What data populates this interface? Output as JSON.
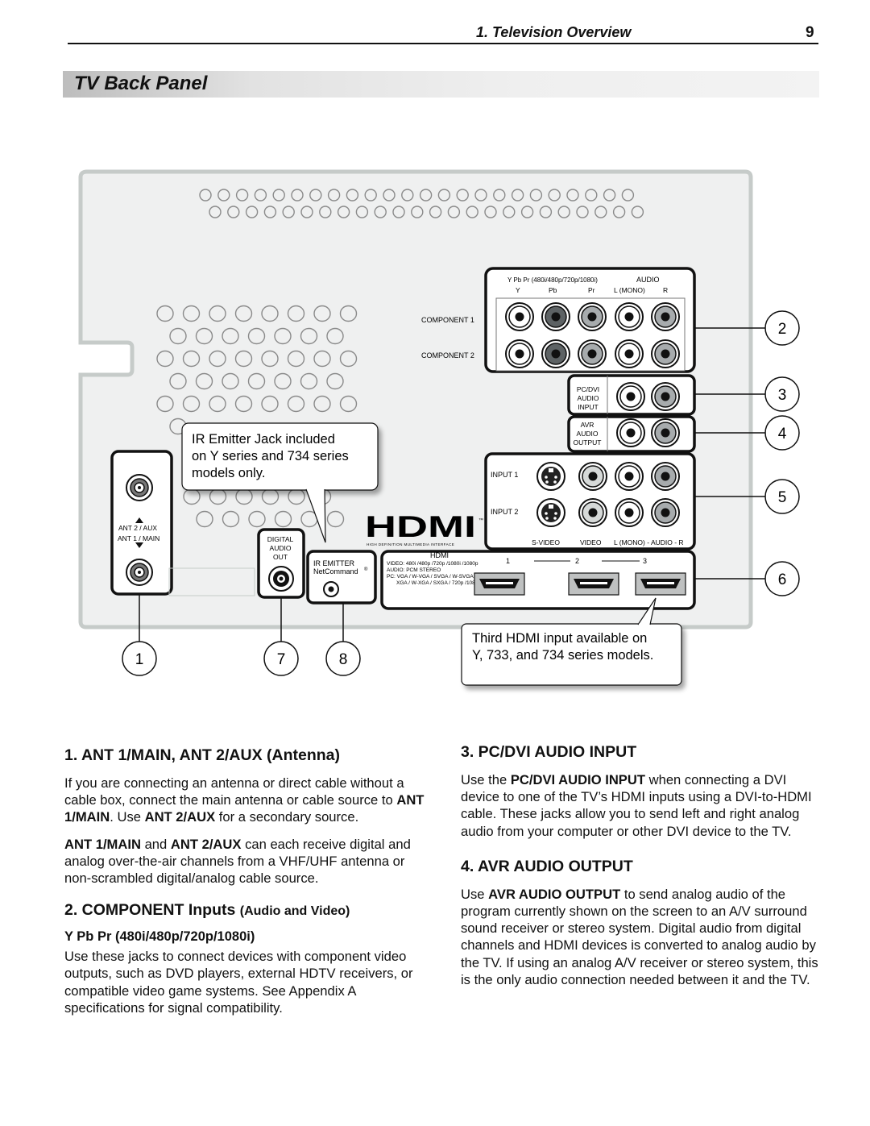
{
  "header": {
    "section": "1. Television Overview",
    "page_number": "9"
  },
  "title": "TV Back Panel",
  "diagram": {
    "component_header_1": "Y Pb Pr (480i/480p/720p/1080i)",
    "component_header_audio": "AUDIO",
    "component_sub": [
      "Y",
      "Pb",
      "Pr",
      "L (MONO)",
      "R"
    ],
    "component1": "COMPONENT 1",
    "component2": "COMPONENT 2",
    "pcdvi_label": [
      "PC/DVI",
      "AUDIO",
      "INPUT"
    ],
    "avr_label": [
      "AVR",
      "AUDIO",
      "OUTPUT"
    ],
    "input1": "INPUT 1",
    "input2": "INPUT 2",
    "input_sub": [
      "S-VIDEO",
      "VIDEO",
      "L (MONO) - AUDIO - R"
    ],
    "hdmi_logo": "HDMI",
    "hdmi_tagline": "HIGH DEFINITION MULTIMEDIA INTERFACE",
    "hdmi_label": "HDMI",
    "hdmi_spec": [
      "VIDEO: 480i /480p /720p /1080i /1080p",
      "AUDIO: PCM STEREO",
      "PC: VGA / W-VGA / SVGA / W-SVGA /",
      "XGA / W-XGA / SXGA / 720p /1080p"
    ],
    "hdmi_numbers": [
      "1",
      "2",
      "3"
    ],
    "ant_labels": [
      "ANT 2 / AUX",
      "ANT 1 / MAIN"
    ],
    "digital_audio": [
      "DIGITAL",
      "AUDIO",
      "OUT"
    ],
    "ir_emitter": [
      "IR EMITTER",
      "NetCommand"
    ],
    "callout_ir": [
      "IR Emitter Jack included",
      "on Y series and 734 series",
      "models only."
    ],
    "callout_hdmi": [
      "Third HDMI input available on",
      "Y, 733, and 734 series models."
    ],
    "callouts": [
      "1",
      "2",
      "3",
      "4",
      "5",
      "6",
      "7",
      "8"
    ]
  },
  "left_column": {
    "s1_heading": "1.  ANT 1/MAIN, ANT 2/AUX (Antenna)",
    "s1_p1": {
      "t1": "If you are connecting an antenna or direct cable without a cable box, connect the main antenna or cable source to ",
      "b1": "ANT 1/MAIN",
      "t2": ".  Use ",
      "b2": "ANT 2/AUX",
      "t3": " for a secondary source."
    },
    "s1_p2": {
      "b1": "ANT 1/MAIN",
      "t1": " and ",
      "b2": "ANT 2/AUX",
      "t2": " can each receive digital and analog over-the-air channels from a VHF/UHF antenna or non-scrambled digital/analog cable source."
    },
    "s2_heading_main": "2.  COMPONENT Inputs ",
    "s2_heading_small": "(Audio and Video)",
    "s2_subheading": "Y Pb Pr (480i/480p/720p/1080i)",
    "s2_p1": "Use these jacks to connect devices with component video outputs, such as DVD players, external HDTV receivers, or compatible video game systems.  See Appendix A specifications for signal compatibility."
  },
  "right_column": {
    "s3_heading": "3.  PC/DVI AUDIO INPUT",
    "s3_p1": {
      "t1": "Use the ",
      "b1": "PC/DVI AUDIO INPUT",
      "t2": " when connecting a DVI device to one of the TV’s HDMI inputs using a DVI-to-HDMI cable.  These jacks allow you to send left and right analog audio from your computer or other DVI device to the TV."
    },
    "s4_heading": "4.  AVR AUDIO OUTPUT",
    "s4_p1": {
      "t1": "Use ",
      "b1": "AVR AUDIO OUTPUT",
      "t2": " to send analog audio of the program currently shown on the screen to an A/V surround sound receiver or stereo system.  Digital audio from digital channels and HDMI devices is converted to analog audio by the TV.  If using an analog A/V receiver or stereo system, this is the only audio connection needed between it and the TV."
    }
  }
}
